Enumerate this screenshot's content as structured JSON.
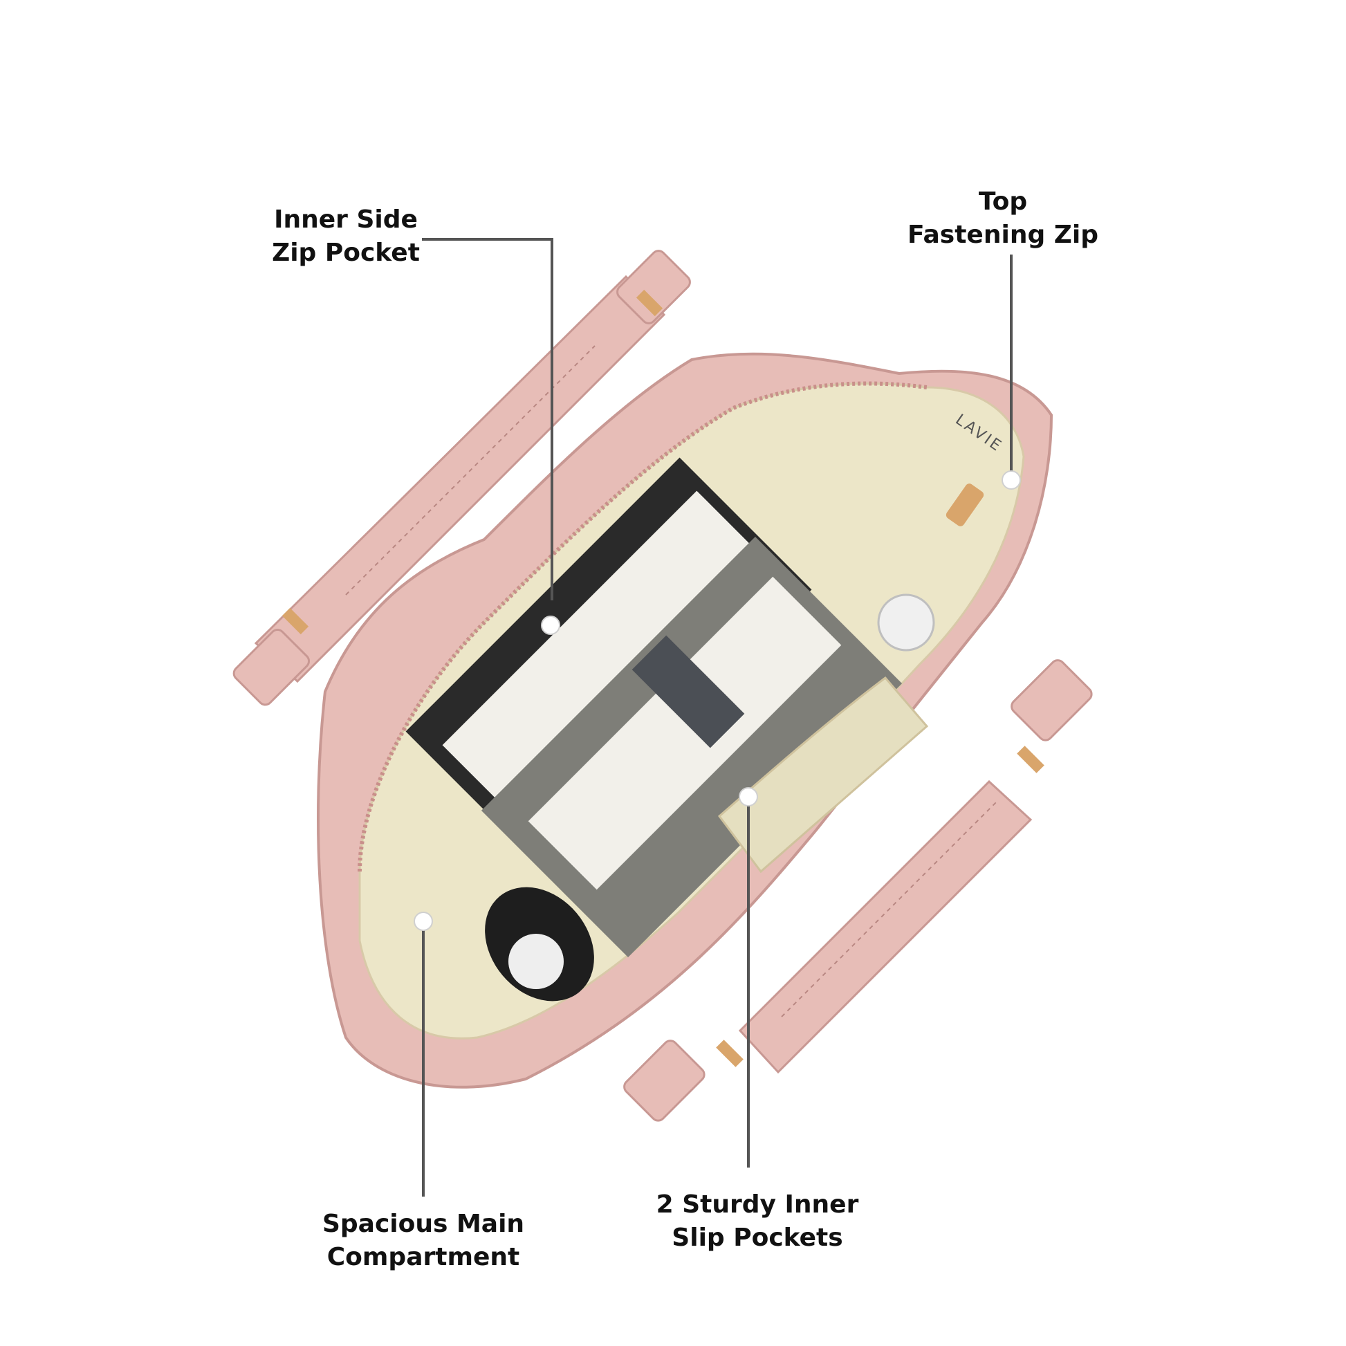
{
  "colors": {
    "background": "#ffffff",
    "leather": "#e7bdb7",
    "leather_shadow": "#cf9d97",
    "lining": "#ece6c8",
    "leader_line": "#555555",
    "dot": "#ffffff",
    "hardware": "#d9a56b",
    "book_dark": "#2a2a2a",
    "book_light": "#f2f0ea",
    "book_grey": "#7e7e78"
  },
  "callouts": {
    "inner_side_zip_pocket": {
      "line1": "Inner Side",
      "line2": "Zip Pocket"
    },
    "top_fastening_zip": {
      "line1": "Top",
      "line2": "Fastening Zip"
    },
    "spacious_main_compartment": {
      "line1": "Spacious Main",
      "line2": "Compartment"
    },
    "sturdy_inner_slip_pockets": {
      "line1": "2 Sturdy Inner",
      "line2": "Slip Pockets"
    }
  },
  "lining_print": {
    "brand": "LAVIE"
  }
}
